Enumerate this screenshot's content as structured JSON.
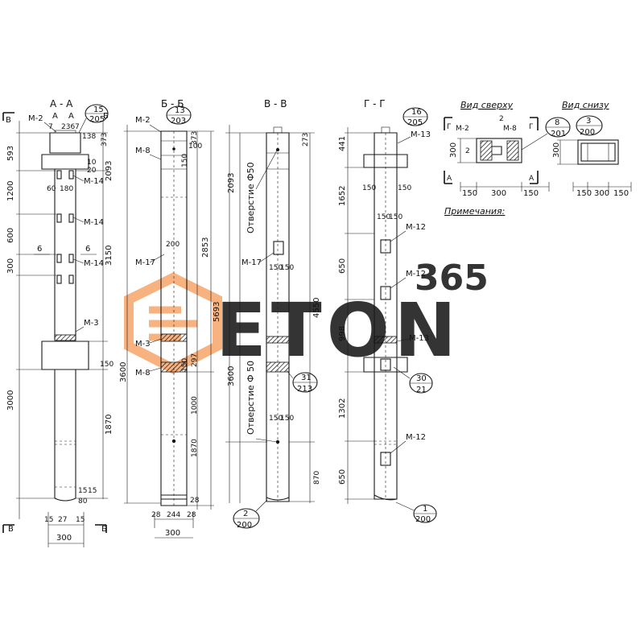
{
  "sections": {
    "aa": "А - А",
    "bb": "Б - Б",
    "vv": "В - В",
    "gg": "Г - Г"
  },
  "views": {
    "top": "Вид сверху",
    "bottom": "Вид снизу",
    "notes": "Примечания:"
  },
  "watermark": {
    "digits": "365",
    "word": "ETON",
    "orange": "#f6a56a",
    "grey": "#c8c8c8"
  },
  "col_a": {
    "section_letters": {
      "v1": "В",
      "a1": "А",
      "a2": "А",
      "b1": "Б",
      "v2": "В",
      "b2": "Б",
      "six1": "6",
      "six2": "6"
    },
    "marks": [
      "М-2",
      "М-14",
      "М-14",
      "М-14",
      "М-3"
    ],
    "bubble": {
      "top": "15",
      "bottom": "205"
    },
    "left_dims": [
      "593",
      "1200",
      "600",
      "300",
      "3000"
    ],
    "right_dims": [
      "2093",
      "3150",
      "1870",
      "150"
    ],
    "small_dims": [
      "7",
      "236",
      "7",
      "138",
      "373",
      "20",
      "60",
      "180",
      "10",
      "15",
      "80",
      "15"
    ],
    "bottom_dims": [
      "15",
      "27",
      "15",
      "300"
    ]
  },
  "col_b": {
    "marks": [
      "М-2",
      "М-8",
      "М-17",
      "М-3",
      "М-8"
    ],
    "bubble": {
      "top": "13",
      "bottom": "203"
    },
    "dims": [
      "100",
      "373",
      "150",
      "2853",
      "5693",
      "297",
      "150",
      "3600",
      "1000",
      "1870",
      "28",
      "244",
      "28",
      "300",
      "28"
    ],
    "note": "200"
  },
  "col_v": {
    "marks": [
      "М-17"
    ],
    "holes": [
      "Отверстие Ф50",
      "Отверстие Ф 50"
    ],
    "bubbles": [
      {
        "top": "31",
        "bottom": "213"
      },
      {
        "top": "2",
        "bottom": "200"
      }
    ],
    "dims": [
      "273",
      "2093",
      "150",
      "150",
      "3600",
      "4550",
      "150",
      "150",
      "870"
    ]
  },
  "col_g": {
    "marks": [
      "М-13",
      "М-12",
      "М-12",
      "М-13",
      "М-12"
    ],
    "bubbles": [
      {
        "top": "16",
        "bottom": "205"
      },
      {
        "top": "30",
        "bottom": "21"
      },
      {
        "top": "1",
        "bottom": "200"
      }
    ],
    "dims": [
      "441",
      "1652",
      "150",
      "150",
      "150",
      "150",
      "650",
      "998",
      "1302",
      "650"
    ]
  },
  "view_top": {
    "labels": {
      "g1": "Г",
      "g2": "Г",
      "a1": "А",
      "a2": "А",
      "m2": "М-2",
      "m8": "М-8"
    },
    "dims": [
      "2",
      "300",
      "2",
      "150",
      "300",
      "150"
    ],
    "bubble": {
      "top": "8",
      "bottom": "201"
    }
  },
  "view_bottom": {
    "bubble": {
      "top": "3",
      "bottom": "200"
    },
    "dims": [
      "300",
      "150",
      "300",
      "150"
    ]
  }
}
